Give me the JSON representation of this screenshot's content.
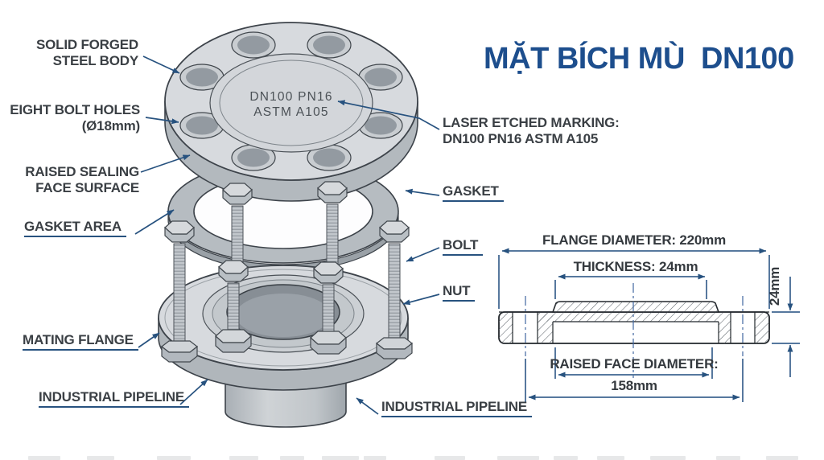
{
  "title": "MẶT BÍCH MÙ  DN100",
  "colors": {
    "title_blue": "#1d4e8d",
    "leader_navy": "#27527f",
    "dimension_navy": "#1f4b7e",
    "label_text": "#3a3f44",
    "steel_light": "#d7dade",
    "steel_mid": "#b3b9be",
    "outline": "#3d434a"
  },
  "exploded_view": {
    "face_marking_line1": "DN100 PN16",
    "face_marking_line2": "ASTM A105"
  },
  "callouts": {
    "solid_forged_line1": "SOLID FORGED",
    "solid_forged_line2": "STEEL BODY",
    "bolt_holes_line1": "EIGHT BOLT HOLES",
    "bolt_holes_line2": "(Ø18mm)",
    "raised_sealing_line1": "RAISED SEALING",
    "raised_sealing_line2": "FACE SURFACE",
    "gasket_area": "GASKET AREA",
    "mating_flange": "MATING FLANGE",
    "industrial_pipeline_left": "INDUSTRIAL PIPELINE",
    "laser_etched_line1": "LASER ETCHED MARKING:",
    "laser_etched_line2": "DN100 PN16 ASTM A105",
    "gasket": "GASKET",
    "bolt": "BOLT",
    "nut": "NUT",
    "industrial_pipeline_right": "INDUSTRIAL PIPELINE"
  },
  "section_view": {
    "flange_diameter": "FLANGE DIAMETER: 220mm",
    "thickness": "THICKNESS: 24mm",
    "side_thickness": "24mm",
    "raised_face_label": "RAISED FACE DIAMETER:",
    "raised_face_value": "158mm"
  }
}
